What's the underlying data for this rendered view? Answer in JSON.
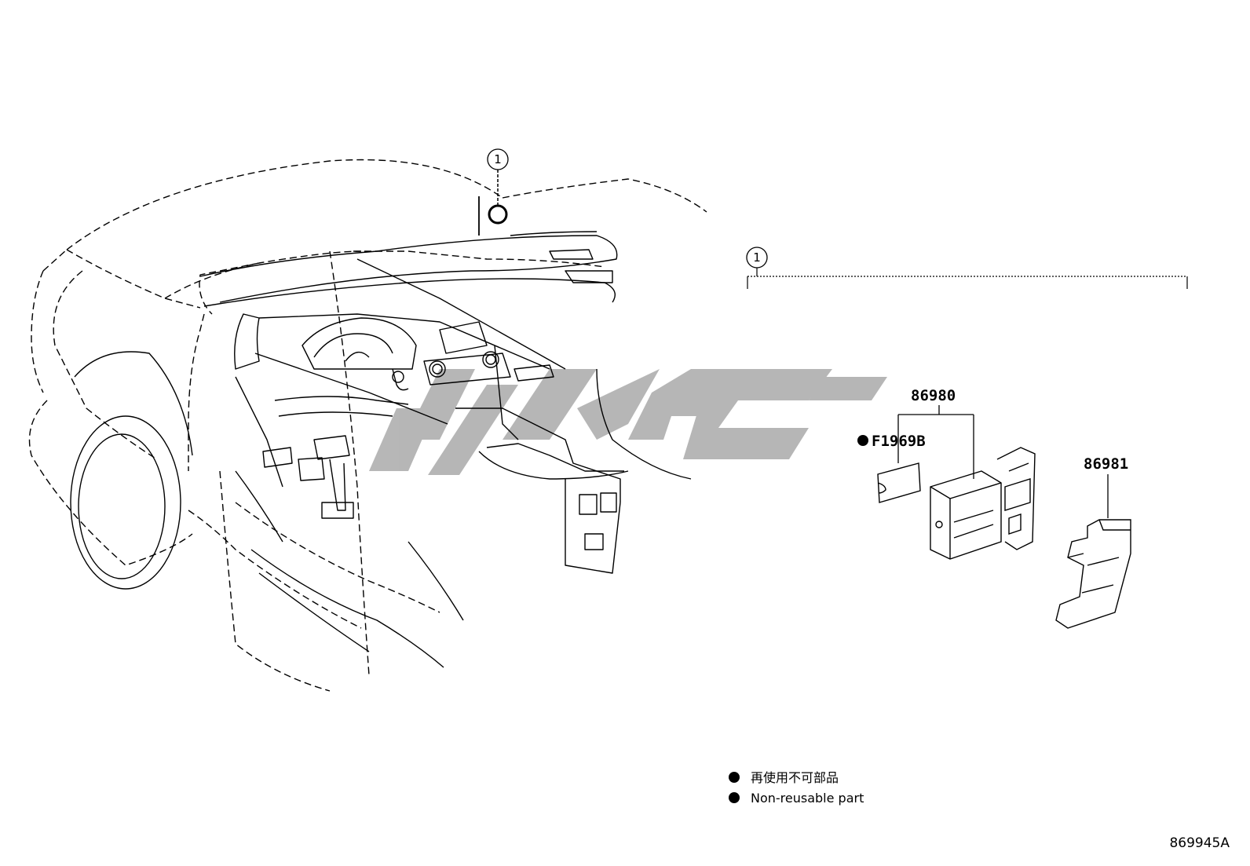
{
  "diagram": {
    "figure_number": "869945A",
    "callouts": [
      {
        "id": "callout-1-vehicle",
        "label": "1"
      },
      {
        "id": "callout-1-group",
        "label": "1"
      }
    ],
    "parts": [
      {
        "number": "86980",
        "description": ""
      },
      {
        "number": "F1969B",
        "description": "",
        "non_reusable": true
      },
      {
        "number": "86981",
        "description": ""
      }
    ],
    "legend": [
      {
        "symbol": "filled-circle",
        "text": "再使用不可部品"
      },
      {
        "symbol": "filled-circle",
        "text": "Non-reusable part"
      }
    ],
    "watermark_color": "#b3b3b3",
    "line_color": "#000000"
  }
}
